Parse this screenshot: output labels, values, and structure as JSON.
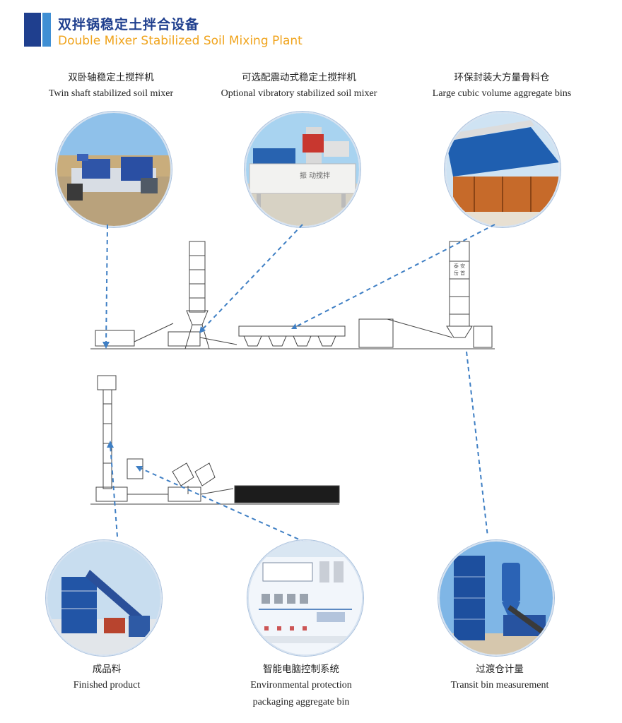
{
  "header": {
    "title_cn": "双拌锅稳定土拌合设备",
    "title_en": "Double Mixer Stabilized Soil Mixing Plant",
    "accent_dark": "#1f3f8e",
    "accent_light": "#3f8fd4",
    "accent_gold": "#f0a41d"
  },
  "top": [
    {
      "cn": "双卧轴稳定土搅拌机",
      "en": "Twin shaft stabilized soil  mixer",
      "icon": "twin-shaft-mixer-photo"
    },
    {
      "cn": "可选配震动式稳定土搅拌机",
      "en": "Optional vibratory stabilized soil mixer",
      "icon": "vibratory-mixer-photo"
    },
    {
      "cn": "环保封装大方量骨料仓",
      "en": "Large cubic volume aggregate bins",
      "icon": "aggregate-bins-photo"
    }
  ],
  "bottom": [
    {
      "cn": "成品料",
      "en": "Finished product",
      "en2": "",
      "icon": "finished-product-photo"
    },
    {
      "cn": "智能电脑控制系统",
      "en": "Environmental protection",
      "en2": "packaging aggregate bin",
      "icon": "control-system-photo"
    },
    {
      "cn": "过渡仓计量",
      "en": "Transit bin measurement",
      "en2": "",
      "icon": "transit-bin-photo"
    }
  ],
  "photo_text": {
    "vibratory_sign": "振  动搅拌",
    "silo_sign": "泰 安 岳 首"
  },
  "leader_color": "#3f7fc4"
}
